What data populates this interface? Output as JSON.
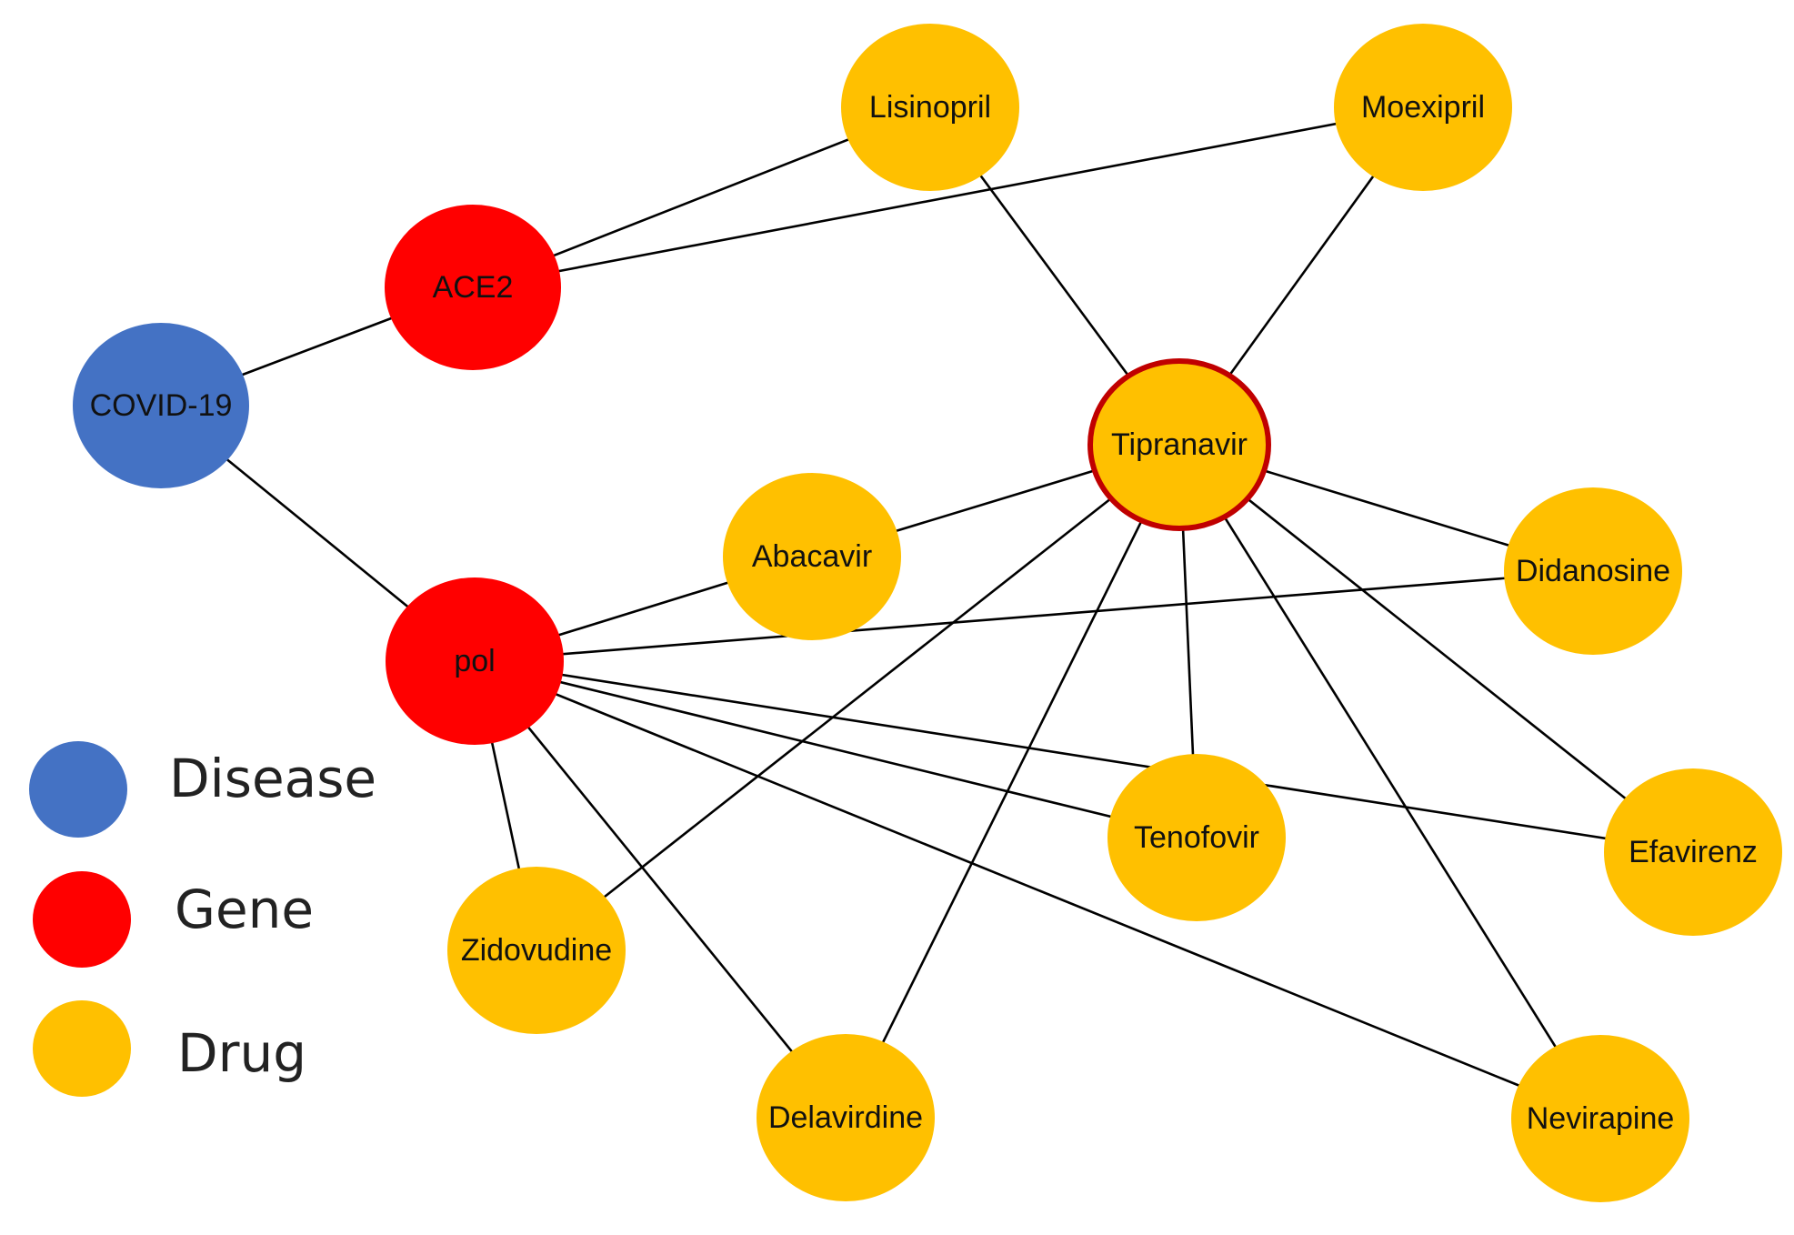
{
  "colors": {
    "disease": "#4472C4",
    "gene": "#FF0000",
    "drug": "#FFC000",
    "highlight_border": "#C00000",
    "edge": "#000000"
  },
  "nodes": [
    {
      "id": "covid19",
      "label": "COVID-19",
      "type": "disease"
    },
    {
      "id": "ace2",
      "label": "ACE2",
      "type": "gene"
    },
    {
      "id": "pol",
      "label": "pol",
      "type": "gene"
    },
    {
      "id": "lisinopril",
      "label": "Lisinopril",
      "type": "drug"
    },
    {
      "id": "moexipril",
      "label": "Moexipril",
      "type": "drug"
    },
    {
      "id": "tipranavir",
      "label": "Tipranavir",
      "type": "drug",
      "highlighted": true
    },
    {
      "id": "abacavir",
      "label": "Abacavir",
      "type": "drug"
    },
    {
      "id": "didanosine",
      "label": "Didanosine",
      "type": "drug"
    },
    {
      "id": "tenofovir",
      "label": "Tenofovir",
      "type": "drug"
    },
    {
      "id": "efavirenz",
      "label": "Efavirenz",
      "type": "drug"
    },
    {
      "id": "zidovudine",
      "label": "Zidovudine",
      "type": "drug"
    },
    {
      "id": "delavirdine",
      "label": "Delavirdine",
      "type": "drug"
    },
    {
      "id": "nevirapine",
      "label": "Nevirapine",
      "type": "drug"
    }
  ],
  "edges": [
    [
      "covid19",
      "ace2"
    ],
    [
      "covid19",
      "pol"
    ],
    [
      "ace2",
      "lisinopril"
    ],
    [
      "ace2",
      "moexipril"
    ],
    [
      "lisinopril",
      "tipranavir"
    ],
    [
      "moexipril",
      "tipranavir"
    ],
    [
      "tipranavir",
      "abacavir"
    ],
    [
      "tipranavir",
      "didanosine"
    ],
    [
      "tipranavir",
      "efavirenz"
    ],
    [
      "tipranavir",
      "tenofovir"
    ],
    [
      "tipranavir",
      "nevirapine"
    ],
    [
      "tipranavir",
      "zidovudine"
    ],
    [
      "tipranavir",
      "delavirdine"
    ],
    [
      "pol",
      "abacavir"
    ],
    [
      "pol",
      "didanosine"
    ],
    [
      "pol",
      "efavirenz"
    ],
    [
      "pol",
      "tenofovir"
    ],
    [
      "pol",
      "nevirapine"
    ],
    [
      "pol",
      "zidovudine"
    ],
    [
      "pol",
      "delavirdine"
    ]
  ],
  "legend": [
    {
      "label": "Disease",
      "type": "disease"
    },
    {
      "label": "Gene",
      "type": "gene"
    },
    {
      "label": "Drug",
      "type": "drug"
    }
  ]
}
